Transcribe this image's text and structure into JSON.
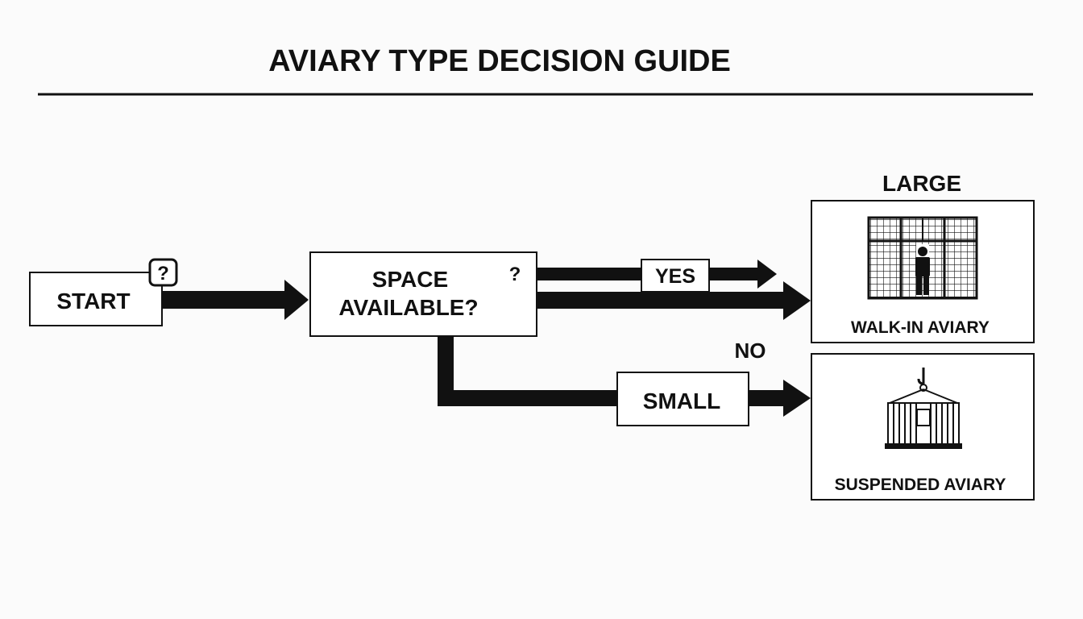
{
  "title": "AVIARY TYPE DECISION GUIDE",
  "nodes": {
    "start": {
      "label": "START",
      "badge": "?"
    },
    "decision": {
      "line1": "SPACE",
      "line2": "AVAILABLE?",
      "mark": "?"
    },
    "large": {
      "heading": "LARGE",
      "label": "WALK-IN AVIARY",
      "icon": "walk-in-aviary-icon"
    },
    "small_box": {
      "label": "SMALL"
    },
    "small": {
      "label": "SUSPENDED AVIARY",
      "icon": "suspended-aviary-icon"
    }
  },
  "edges": {
    "yes": "YES",
    "no": "NO"
  },
  "colors": {
    "background": "#fbfbfb",
    "ink": "#111111"
  }
}
